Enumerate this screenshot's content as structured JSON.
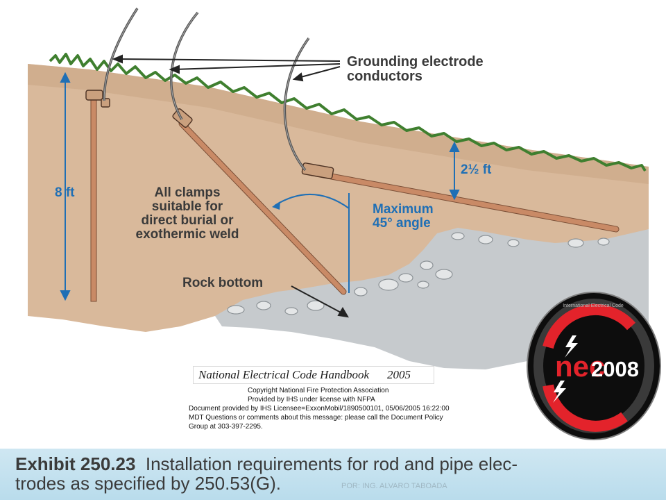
{
  "diagram": {
    "callout_conductors_line1": "Grounding electrode",
    "callout_conductors_line2": "conductors",
    "depth_8ft": "8 ft",
    "depth_2_5ft": "2½ ft",
    "clamps_line1": "All clamps",
    "clamps_line2": "suitable for",
    "clamps_line3": "direct burial or",
    "clamps_line4": "exothermic weld",
    "angle_line1": "Maximum",
    "angle_line2": "45° angle",
    "rock_bottom": "Rock bottom"
  },
  "handbook": {
    "title": "National Electrical Code Handbook",
    "year": "2005"
  },
  "copyright": {
    "line1": "Copyright National Fire Protection Association",
    "line2": "Provided by IHS under license with NFPA",
    "line3": "Document provided by IHS Licensee=ExxonMobil/1890500101,  05/06/2005 16:22:00",
    "line4": "MDT Questions or comments about this message: please call the Document Policy",
    "line5": "Group at 303-397-2295."
  },
  "logo": {
    "brand": "nec",
    "year": "2008",
    "ring_text": "International Electrical Code",
    "accent_color": "#e3232b",
    "bg_color": "#0d0d0d"
  },
  "caption": {
    "exhibit": "Exhibit 250.23",
    "line1_rest": "Installation requirements for rod and pipe elec-",
    "line2": "trodes as specified by 250.53(G)."
  },
  "watermark": "POR: ING. ALVARO TABOADA",
  "colors": {
    "soil": "#d8b89a",
    "soil_shadow": "#c9a585",
    "rock": "#c5c9cc",
    "grass": "#3f7f2f",
    "rod": "#c98a66",
    "dimension_blue": "#1f6fb5",
    "footer_blue": "#c4e2ef"
  }
}
